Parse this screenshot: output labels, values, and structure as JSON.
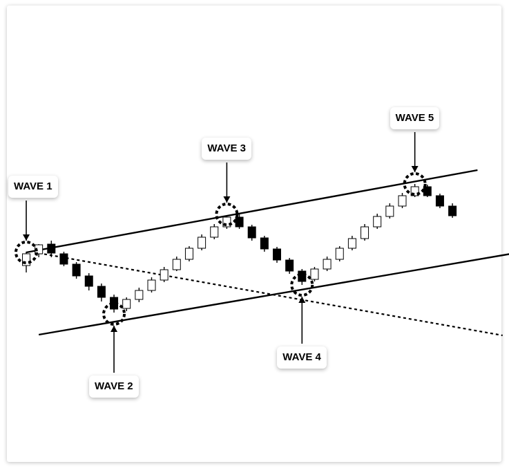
{
  "chart_data": {
    "type": "candlestick",
    "title": "",
    "xlabel": "",
    "ylabel": "",
    "candles": [
      {
        "o": 0.0,
        "h": 2.0,
        "l": -1.0,
        "c": 1.7
      },
      {
        "o": 1.7,
        "h": 3.1,
        "l": 1.2,
        "c": 3.0
      },
      {
        "o": 3.1,
        "h": 3.6,
        "l": 1.2,
        "c": 1.8
      },
      {
        "o": 1.7,
        "h": 2.0,
        "l": -0.1,
        "c": 0.2
      },
      {
        "o": 0.2,
        "h": 0.5,
        "l": -1.9,
        "c": -1.5
      },
      {
        "o": -1.5,
        "h": -1.1,
        "l": -3.6,
        "c": -3.0
      },
      {
        "o": -3.0,
        "h": -2.6,
        "l": -5.2,
        "c": -4.6
      },
      {
        "o": -4.6,
        "h": -4.2,
        "l": -6.8,
        "c": -6.3
      },
      {
        "o": -6.2,
        "h": -4.6,
        "l": -6.6,
        "c": -4.9
      },
      {
        "o": -4.9,
        "h": -3.2,
        "l": -5.3,
        "c": -3.6
      },
      {
        "o": -3.6,
        "h": -1.7,
        "l": -3.9,
        "c": -2.1
      },
      {
        "o": -2.1,
        "h": -0.2,
        "l": -2.4,
        "c": -0.6
      },
      {
        "o": -0.6,
        "h": 1.3,
        "l": -0.8,
        "c": 0.9
      },
      {
        "o": 0.9,
        "h": 2.8,
        "l": 0.6,
        "c": 2.5
      },
      {
        "o": 2.5,
        "h": 4.5,
        "l": 2.2,
        "c": 4.1
      },
      {
        "o": 4.1,
        "h": 6.0,
        "l": 3.8,
        "c": 5.6
      },
      {
        "o": 5.6,
        "h": 7.3,
        "l": 5.3,
        "c": 7.0
      },
      {
        "o": 7.0,
        "h": 7.4,
        "l": 5.3,
        "c": 5.6
      },
      {
        "o": 5.6,
        "h": 5.9,
        "l": 3.6,
        "c": 4.0
      },
      {
        "o": 4.0,
        "h": 4.3,
        "l": 2.0,
        "c": 2.4
      },
      {
        "o": 2.4,
        "h": 2.7,
        "l": 0.4,
        "c": 0.8
      },
      {
        "o": 0.8,
        "h": 1.1,
        "l": -1.2,
        "c": -0.8
      },
      {
        "o": -0.8,
        "h": -0.5,
        "l": -2.8,
        "c": -2.3
      },
      {
        "o": -2.0,
        "h": -0.2,
        "l": -2.3,
        "c": -0.5
      },
      {
        "o": -0.5,
        "h": 1.3,
        "l": -0.8,
        "c": 0.9
      },
      {
        "o": 0.9,
        "h": 2.8,
        "l": 0.6,
        "c": 2.5
      },
      {
        "o": 2.5,
        "h": 4.3,
        "l": 2.2,
        "c": 3.9
      },
      {
        "o": 3.9,
        "h": 6.0,
        "l": 3.6,
        "c": 5.6
      },
      {
        "o": 5.6,
        "h": 7.5,
        "l": 5.3,
        "c": 7.1
      },
      {
        "o": 7.1,
        "h": 9.0,
        "l": 6.8,
        "c": 8.6
      },
      {
        "o": 8.6,
        "h": 10.5,
        "l": 8.3,
        "c": 10.1
      },
      {
        "o": 10.1,
        "h": 11.8,
        "l": 9.9,
        "c": 11.4
      },
      {
        "o": 11.4,
        "h": 11.7,
        "l": 9.9,
        "c": 10.1
      },
      {
        "o": 10.1,
        "h": 10.4,
        "l": 8.3,
        "c": 8.6
      },
      {
        "o": 8.6,
        "h": 9.0,
        "l": 6.9,
        "c": 7.2
      }
    ],
    "y_range": [
      -12,
      17
    ],
    "trendlines": [
      {
        "name": "upper-channel",
        "style": "solid",
        "from": [
          0,
          1.9
        ],
        "to": [
          36,
          13.8
        ]
      },
      {
        "name": "lower-channel",
        "style": "solid",
        "from": [
          1,
          -10.0
        ],
        "to": [
          39,
          1.8
        ]
      },
      {
        "name": "dotted-diagonal",
        "style": "dotted",
        "from": [
          1,
          1.8
        ],
        "to": [
          38,
          -10.1
        ]
      }
    ],
    "annotations": [
      {
        "label": "WAVE 1",
        "candle": 0,
        "price": 1.9,
        "side": "above"
      },
      {
        "label": "WAVE 2",
        "candle": 7,
        "price": -7.0,
        "side": "below"
      },
      {
        "label": "WAVE 3",
        "candle": 16,
        "price": 7.4,
        "side": "above"
      },
      {
        "label": "WAVE 4",
        "candle": 22,
        "price": -2.8,
        "side": "below"
      },
      {
        "label": "WAVE 5",
        "candle": 31,
        "price": 11.8,
        "side": "above"
      }
    ]
  }
}
